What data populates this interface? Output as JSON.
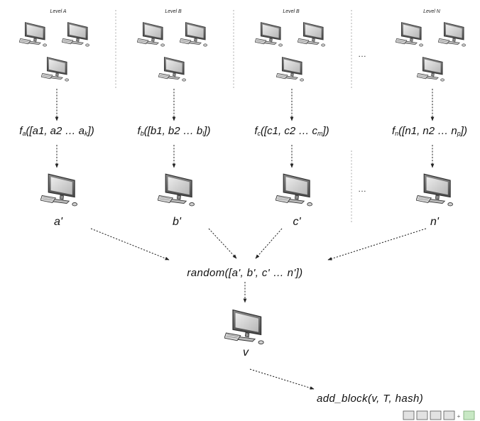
{
  "levels": [
    "Level A",
    "Level B",
    "Level B",
    "Level N"
  ],
  "functions": [
    {
      "f": "f",
      "fsub": "a",
      "open": "([a1, a2 … a",
      "last_sub": "k",
      "close": "])"
    },
    {
      "f": "f",
      "fsub": "b",
      "open": "([b1, b2 … b",
      "last_sub": "l",
      "close": "])"
    },
    {
      "f": "f",
      "fsub": "c",
      "open": "([c1, c2 … c",
      "last_sub": "m",
      "close": "])"
    },
    {
      "f": "f",
      "fsub": "n",
      "open": "([n1, n2 … n",
      "last_sub": "p",
      "close": "])"
    }
  ],
  "outputs": [
    "a'",
    "b'",
    "c'",
    "n'"
  ],
  "ellipsis": "…",
  "random_label": "random([a', b', c' … n'])",
  "v_label": "v",
  "add_block_label": "add_block(v, T, hash)",
  "chain": {
    "plus": "+",
    "block_color": "#e2e2e2",
    "new_block_color": "#c8e8c4"
  }
}
